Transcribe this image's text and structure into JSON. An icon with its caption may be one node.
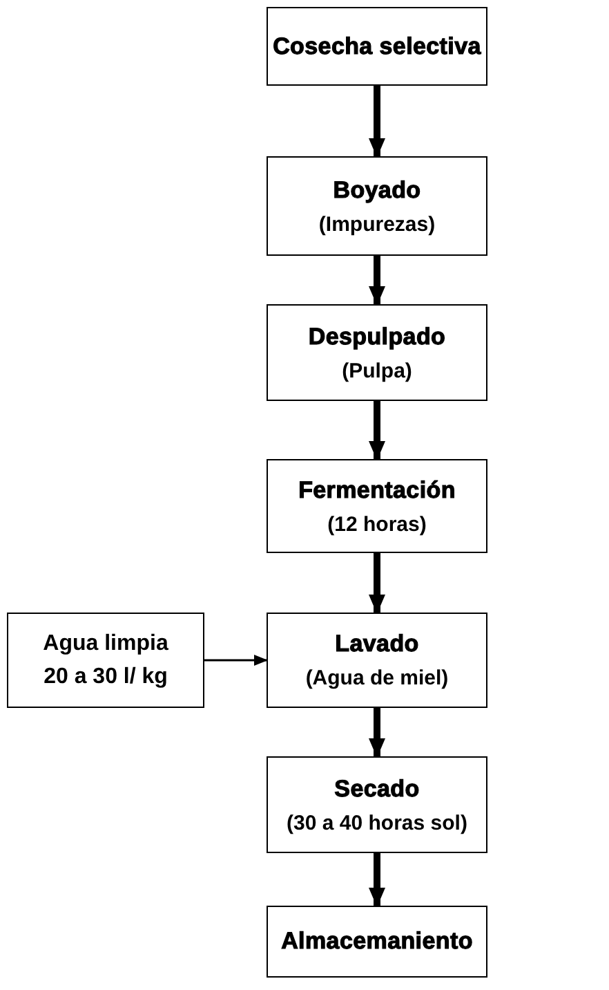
{
  "diagram": {
    "nodes": [
      {
        "text": [
          "Cosecha selectiva"
        ]
      },
      {
        "text": [
          "Boyado",
          "(Impurezas)"
        ]
      },
      {
        "text": [
          "Despulpado",
          "(Pulpa)"
        ]
      },
      {
        "text": [
          "Fermentación",
          "(12 horas)"
        ]
      },
      {
        "text": [
          "Agua limpia",
          "20 a 30 l/ kg"
        ]
      },
      {
        "text": [
          "Lavado",
          "(Agua de miel)"
        ]
      },
      {
        "text": [
          "Secado",
          "(30 a 40 horas sol)"
        ]
      },
      {
        "text": [
          "Almacemaniento"
        ]
      }
    ],
    "edges": [
      {
        "from": 0,
        "to": 1,
        "arrow": "to"
      },
      {
        "from": 1,
        "to": 2,
        "arrow": "to"
      },
      {
        "from": 2,
        "to": 3,
        "arrow": "to"
      },
      {
        "from": 3,
        "to": 5,
        "arrow": "to"
      },
      {
        "from": 4,
        "to": 5,
        "arrow": "to"
      },
      {
        "from": 5,
        "to": 6,
        "arrow": "to"
      },
      {
        "from": 6,
        "to": 7,
        "arrow": "to"
      }
    ]
  }
}
